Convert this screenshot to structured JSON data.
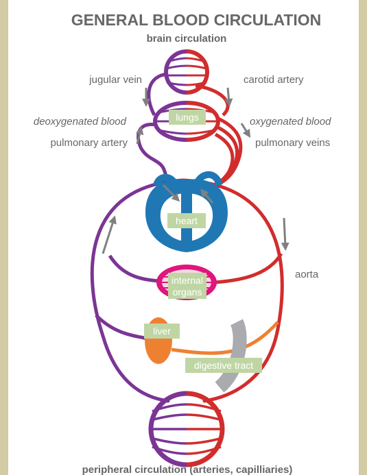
{
  "title": "GENERAL BLOOD CIRCULATION",
  "labels": {
    "brain": "brain circulation",
    "jugular": "jugular vein",
    "carotid": "carotid artery",
    "deoxygenated": "deoxygenated blood",
    "oxygenated": "oxygenated blood",
    "pulmonary_artery": "pulmonary artery",
    "pulmonary_veins": "pulmonary veins",
    "aorta": "aorta",
    "peripheral": "peripheral circulation (arteries, capilliaries)"
  },
  "boxes": {
    "lungs": "lungs",
    "heart": "heart",
    "internal_line1": "internal",
    "internal_line2": "organs",
    "liver": "liver",
    "digestive": "digestive tract"
  },
  "colors": {
    "frame": "#d2cba3",
    "vein": "#7b3595",
    "artery": "#d12d2d",
    "heart": "#1f78b4",
    "organs": "#e0157d",
    "liver": "#ee8131",
    "digestive": "#a9abae",
    "label_box": "#bfd6a4",
    "text": "#666666"
  }
}
